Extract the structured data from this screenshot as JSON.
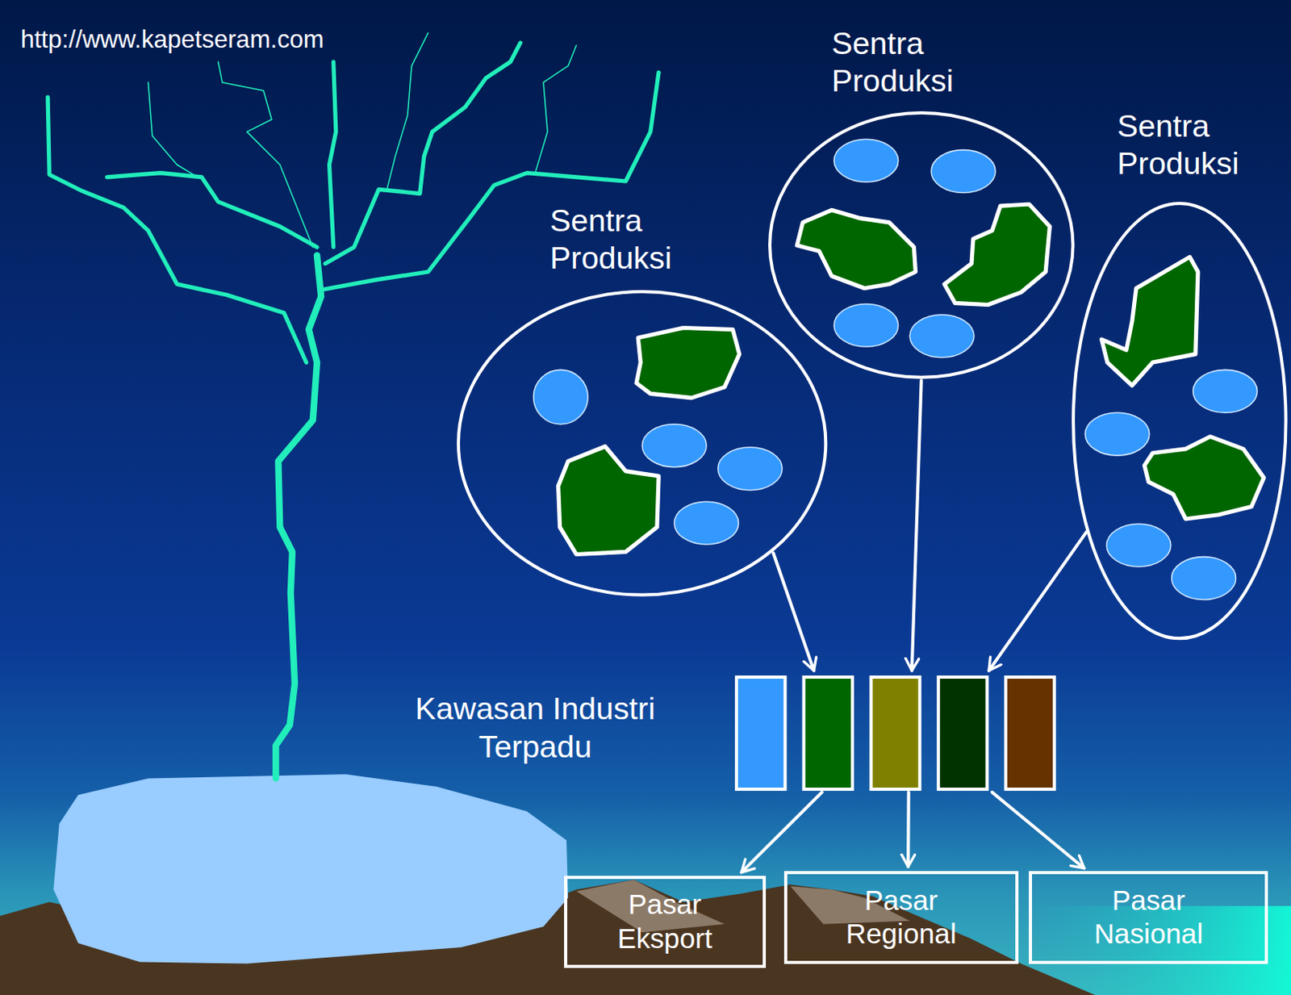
{
  "diagram": {
    "nodes": [
      {
        "text": [
          "Sentra Produksi"
        ]
      },
      {
        "text": [
          "Sentra Produksi"
        ]
      },
      {
        "text": [
          "Sentra Produksi"
        ]
      },
      {
        "text": [
          "Kawasan Industri Terpadu"
        ]
      },
      {
        "text": [
          "Pasar Eksport"
        ]
      },
      {
        "text": [
          "Pasar Regional"
        ]
      },
      {
        "text": [
          "Pasar Nasional"
        ]
      }
    ],
    "edges": [
      {
        "from": 0,
        "to": 3,
        "arrow": "to"
      },
      {
        "from": 1,
        "to": 3,
        "arrow": "to"
      },
      {
        "from": 2,
        "to": 3,
        "arrow": "to"
      },
      {
        "from": 3,
        "to": 4,
        "arrow": "to"
      },
      {
        "from": 3,
        "to": 5,
        "arrow": "to"
      },
      {
        "from": 3,
        "to": 6,
        "arrow": "to"
      }
    ],
    "labels": [
      "http://www.kapetseram.com"
    ]
  }
}
